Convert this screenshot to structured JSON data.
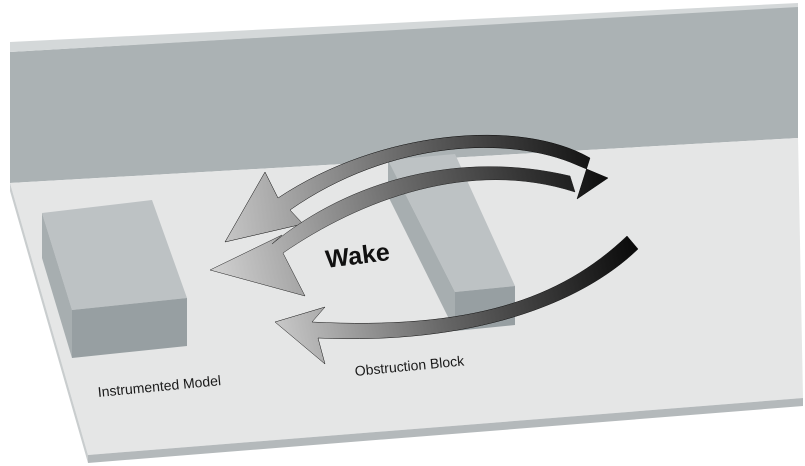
{
  "labels": {
    "wake": "Wake",
    "instrumented_model": "Instrumented Model",
    "obstruction_block": "Obstruction Block"
  },
  "colors": {
    "back_wall": "#abb2b4",
    "floor_top": "#e5e6e6",
    "floor_front": "#b4b9bb",
    "floor_side": "#c9cdce",
    "block_top": "#bdc2c4",
    "block_front": "#979fa2",
    "arrow_dark": "#111111",
    "arrow_mid": "#6b6b6b",
    "arrow_light": "#bdbdbd"
  }
}
